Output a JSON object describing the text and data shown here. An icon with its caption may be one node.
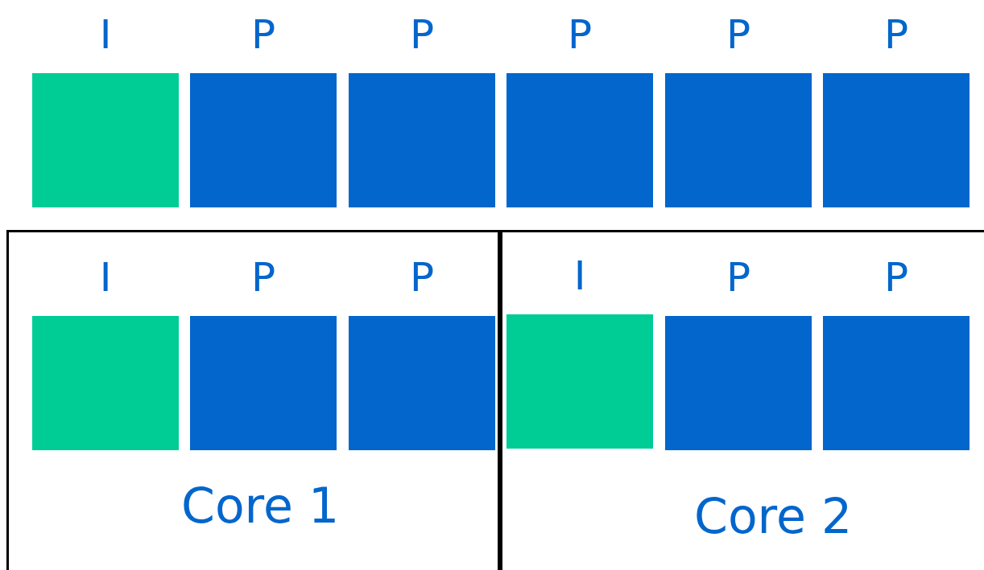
{
  "diagram": {
    "nodes": [
      {
        "text": [
          "I"
        ]
      },
      {
        "text": [
          "P"
        ]
      },
      {
        "text": [
          "P"
        ]
      },
      {
        "text": [
          "P"
        ]
      },
      {
        "text": [
          "P"
        ]
      },
      {
        "text": [
          "P"
        ]
      },
      {
        "text": [
          "Core 1"
        ]
      },
      {
        "text": [
          "I"
        ],
        "in": 6
      },
      {
        "text": [
          "P"
        ],
        "in": 6
      },
      {
        "text": [
          "P"
        ],
        "in": 6
      },
      {
        "text": [
          "Core 2"
        ]
      },
      {
        "text": [
          "I"
        ],
        "in": 10
      },
      {
        "text": [
          "P"
        ],
        "in": 10
      },
      {
        "text": [
          "P"
        ],
        "in": 10
      }
    ]
  }
}
